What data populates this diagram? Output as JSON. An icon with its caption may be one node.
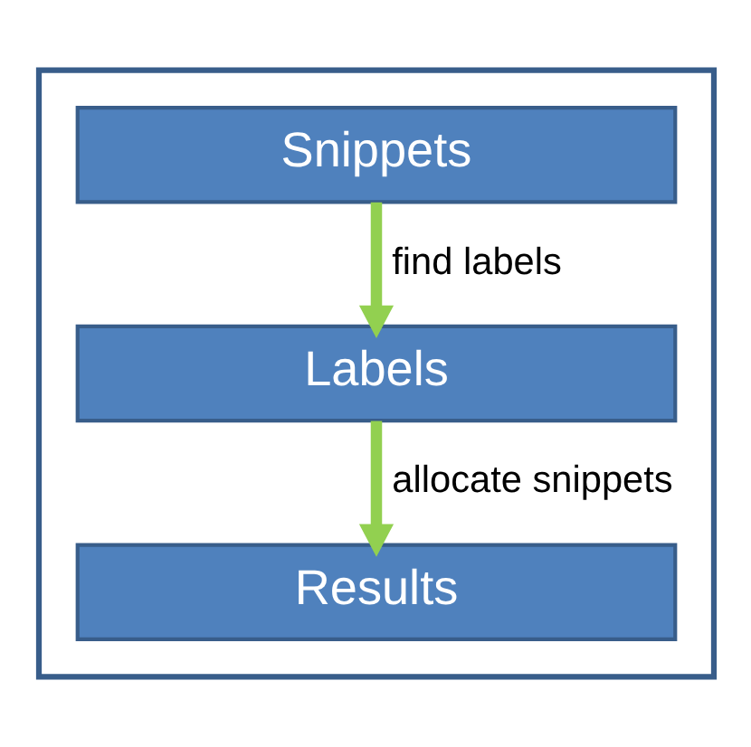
{
  "diagram": {
    "nodes": [
      {
        "text": [],
        "shape": "box"
      },
      {
        "text": [
          "Snippets"
        ],
        "in": 0
      },
      {
        "text": [
          "Labels"
        ],
        "in": 0
      },
      {
        "text": [
          "Results"
        ],
        "in": 0
      }
    ],
    "edges": [
      {
        "from": 1,
        "to": 2,
        "arrow": "to",
        "label": "find labels"
      },
      {
        "from": 2,
        "to": 3,
        "arrow": "to",
        "label": "allocate snippets"
      }
    ]
  }
}
